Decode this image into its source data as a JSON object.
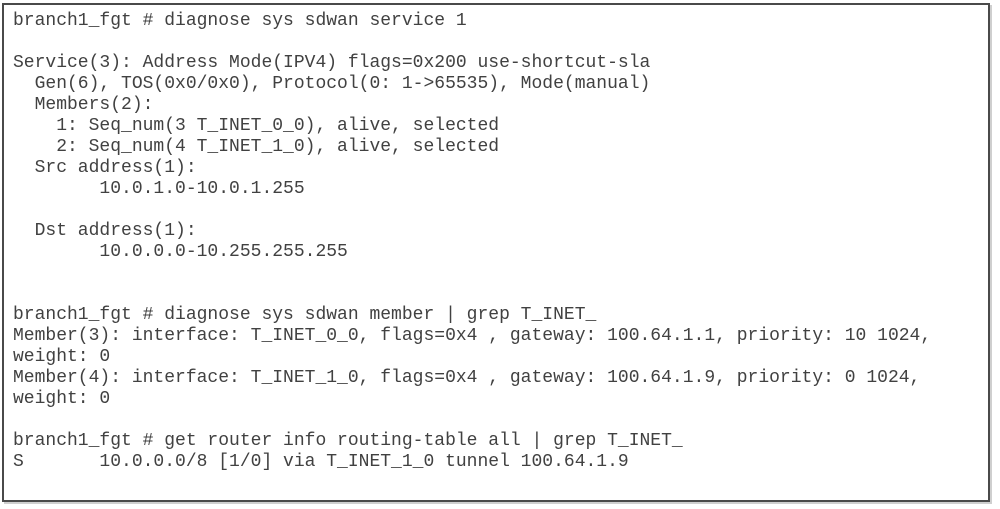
{
  "window": {
    "background": "#ffffff",
    "border_color": "#4a4a4a",
    "shadow_color": "#cfcfcf"
  },
  "terminal": {
    "prompt": "branch1_fgt #",
    "text_color": "#414141",
    "commands": [
      "diagnose sys sdwan service 1",
      "diagnose sys sdwan member | grep T_INET_",
      "get router info routing-table all | grep T_INET_"
    ],
    "lines": [
      "branch1_fgt # diagnose sys sdwan service 1",
      "",
      "Service(3): Address Mode(IPV4) flags=0x200 use-shortcut-sla",
      "  Gen(6), TOS(0x0/0x0), Protocol(0: 1->65535), Mode(manual)",
      "  Members(2):",
      "    1: Seq_num(3 T_INET_0_0), alive, selected",
      "    2: Seq_num(4 T_INET_1_0), alive, selected",
      "  Src address(1):",
      "        10.0.1.0-10.0.1.255",
      "",
      "  Dst address(1):",
      "        10.0.0.0-10.255.255.255",
      "",
      "",
      "branch1_fgt # diagnose sys sdwan member | grep T_INET_",
      "Member(3): interface: T_INET_0_0, flags=0x4 , gateway: 100.64.1.1, priority: 10 1024,",
      "weight: 0",
      "Member(4): interface: T_INET_1_0, flags=0x4 , gateway: 100.64.1.9, priority: 0 1024,",
      "weight: 0",
      "",
      "branch1_fgt # get router info routing-table all | grep T_INET_",
      "S       10.0.0.0/8 [1/0] via T_INET_1_0 tunnel 100.64.1.9"
    ]
  }
}
